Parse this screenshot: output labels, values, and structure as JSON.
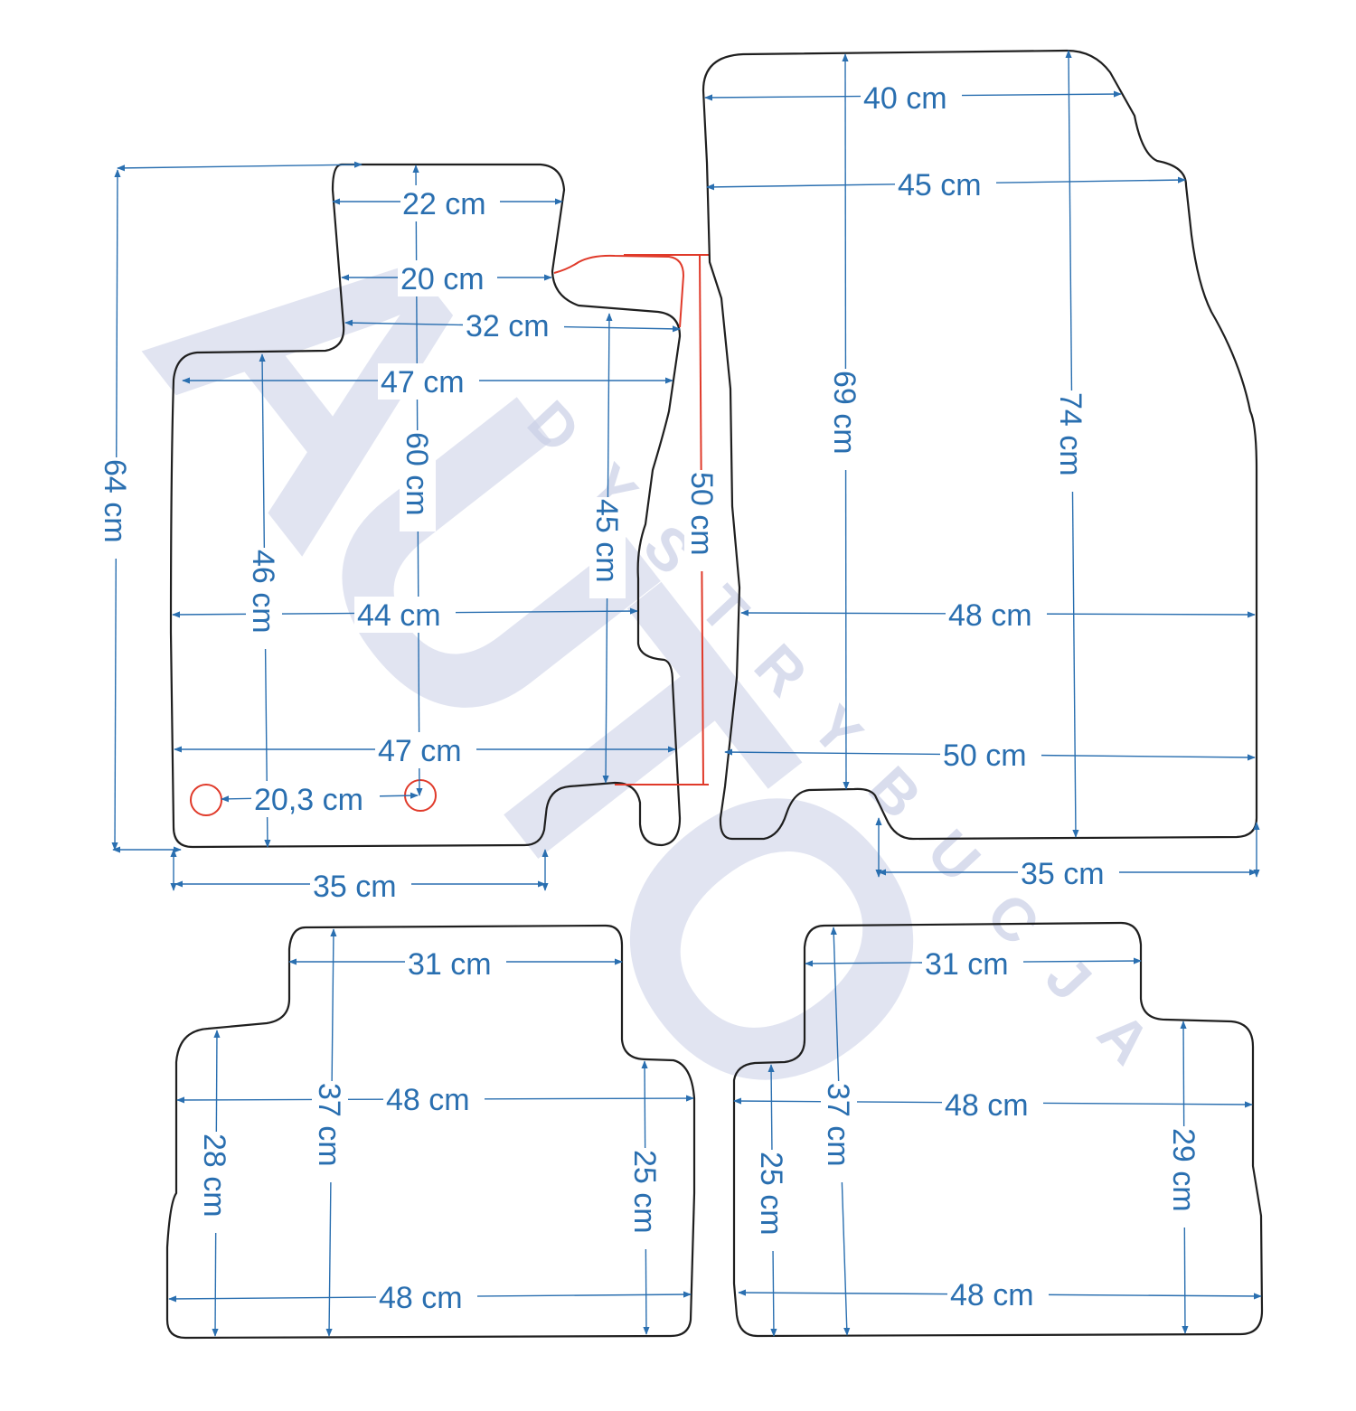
{
  "watermark": {
    "brand": "AUTO",
    "tagline": "DYSTRYBUCJA"
  },
  "colors": {
    "outline": "#1f1f1f",
    "dimension": "#2a6fb0",
    "highlight": "#e03a2a",
    "watermark": "#c9cfe6"
  },
  "mats": {
    "front_left": {
      "dims": {
        "top_width": "22 cm",
        "upper_width": "20 cm",
        "mid_width": "32 cm",
        "width_upper": "47 cm",
        "width_middle": "44 cm",
        "width_lower": "47 cm",
        "bottom_width": "35 cm",
        "height_total": "64 cm",
        "height_center": "60 cm",
        "height_left": "46 cm",
        "height_right": "45 cm",
        "height_cutout": "50 cm",
        "hole_spacing": "20,3 cm"
      }
    },
    "front_right": {
      "dims": {
        "top_width": "40 cm",
        "upper_width": "45 cm",
        "middle_width": "48 cm",
        "lower_width": "50 cm",
        "bottom_width": "35 cm",
        "height_left": "69 cm",
        "height_right": "74 cm"
      }
    },
    "rear_left": {
      "dims": {
        "top_width": "31 cm",
        "middle_width": "48 cm",
        "bottom_width": "48 cm",
        "height_left": "28 cm",
        "height_center": "37 cm",
        "height_right": "25 cm"
      }
    },
    "rear_right": {
      "dims": {
        "top_width": "31 cm",
        "middle_width": "48 cm",
        "bottom_width": "48 cm",
        "height_left": "25 cm",
        "height_center": "37 cm",
        "height_right": "29 cm"
      }
    }
  }
}
